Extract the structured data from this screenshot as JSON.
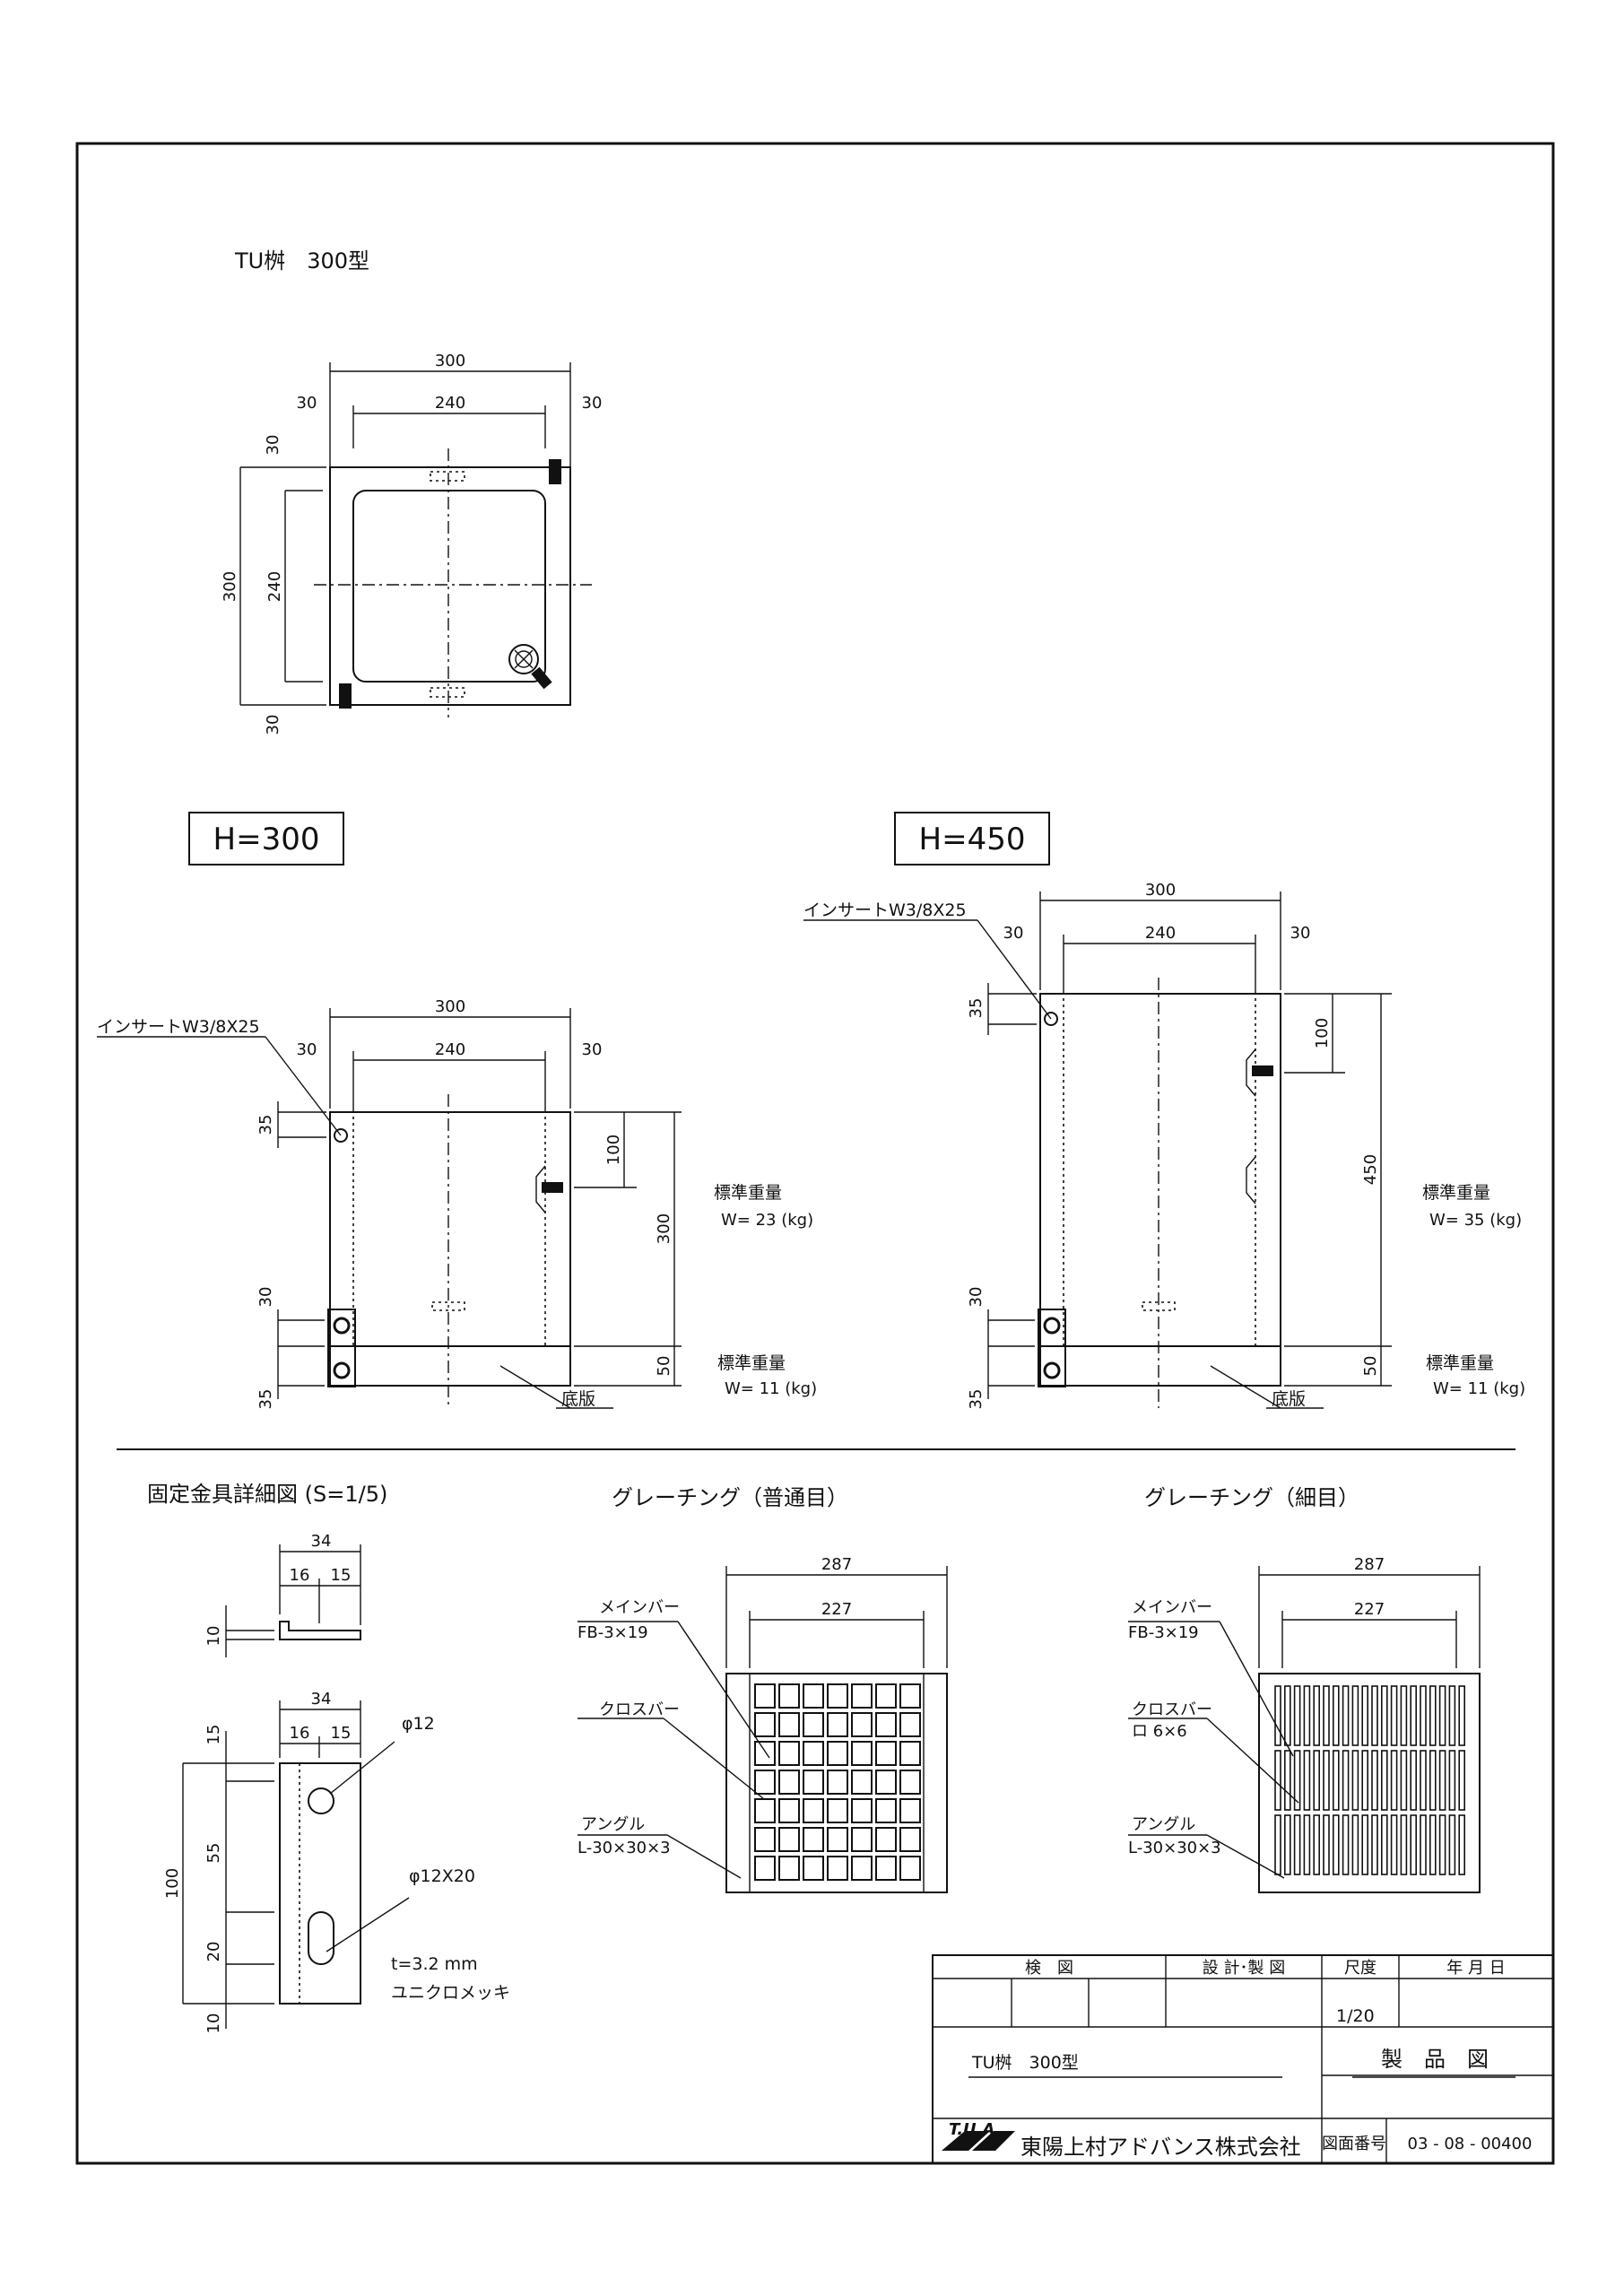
{
  "title": "TU桝　300型",
  "sections": {
    "h300_label": "H=300",
    "h450_label": "H=450",
    "fixing_detail_title": "固定金具詳細図 (S=1/5)",
    "grating_normal_title": "グレーチング（普通目）",
    "grating_fine_title": "グレーチング（細目）"
  },
  "plan": {
    "dims": {
      "total": "300",
      "inner": "240",
      "side": "30"
    }
  },
  "h300": {
    "insert": "インサートW3/8X25",
    "dims": {
      "total": "300",
      "inner": "240",
      "side": "30",
      "insert_depth": "35",
      "bolt_depth": "100",
      "height": "300",
      "fix_a": "30",
      "fix_b": "35",
      "base": "50"
    },
    "weight_label": "標準重量",
    "weight_body": "W= 23 (kg)",
    "weight_base": "W= 11 (kg)",
    "base_label": "底版"
  },
  "h450": {
    "insert": "インサートW3/8X25",
    "dims": {
      "total": "300",
      "inner": "240",
      "side": "30",
      "insert_depth": "35",
      "bolt_depth": "100",
      "height": "450",
      "fix_a": "30",
      "fix_b": "35",
      "base": "50"
    },
    "weight_label": "標準重量",
    "weight_body": "W= 35 (kg)",
    "weight_base": "W= 11 (kg)",
    "base_label": "底版"
  },
  "fixing": {
    "dims": {
      "width": "34",
      "left": "16",
      "right": "15",
      "thick": "10",
      "top": "15",
      "total": "100",
      "mid": "55",
      "slot": "20",
      "bottom": "10"
    },
    "hole": "φ12",
    "slot_hole": "φ12X20",
    "thickness": "t=3.2 mm",
    "finish": "ユニクロメッキ"
  },
  "grating_normal": {
    "outer": "287",
    "inner": "227",
    "main_bar_label": "メインバー",
    "main_bar_spec": "FB-3×19",
    "cross_bar_label": "クロスバー",
    "angle_label": "アングル",
    "angle_spec": "L-30×30×3"
  },
  "grating_fine": {
    "outer": "287",
    "inner": "227",
    "main_bar_label": "メインバー",
    "main_bar_spec": "FB-3×19",
    "cross_bar_label": "クロスバー",
    "cross_bar_spec": "ロ 6×6",
    "angle_label": "アングル",
    "angle_spec": "L-30×30×3"
  },
  "title_block": {
    "check": "検　図",
    "design": "設 計･製 図",
    "scale_label": "尺度",
    "date_label": "年 月 日",
    "scale": "1/20",
    "name": "TU桝　300型",
    "drawing_type": "製　品　図",
    "brand": "T.U.A",
    "company": "東陽上村アドバンス株式会社",
    "number_label": "図面番号",
    "number": "03 - 08 - 00400"
  }
}
